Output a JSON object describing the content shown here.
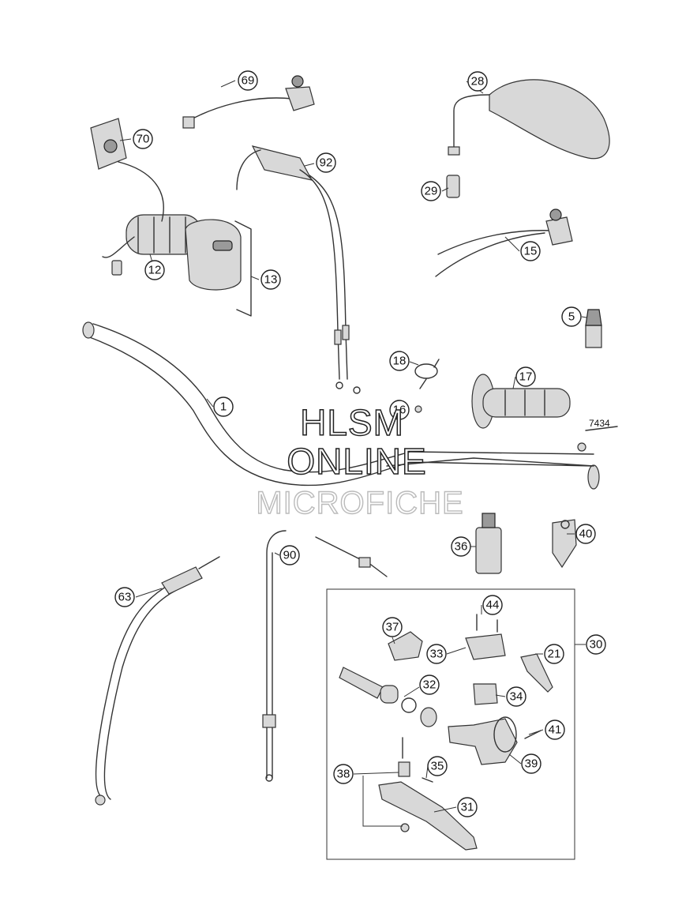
{
  "watermark": {
    "line1": "HLSM",
    "line2": "ONLINE",
    "line3": "MICROFICHE"
  },
  "reference_label": "7434",
  "callouts": [
    "69",
    "70",
    "92",
    "28",
    "29",
    "15",
    "12",
    "13",
    "5",
    "18",
    "17",
    "1",
    "16",
    "7434",
    "36",
    "40",
    "90",
    "63",
    "44",
    "37",
    "30",
    "33",
    "21",
    "32",
    "34",
    "41",
    "39",
    "35",
    "38",
    "31"
  ]
}
